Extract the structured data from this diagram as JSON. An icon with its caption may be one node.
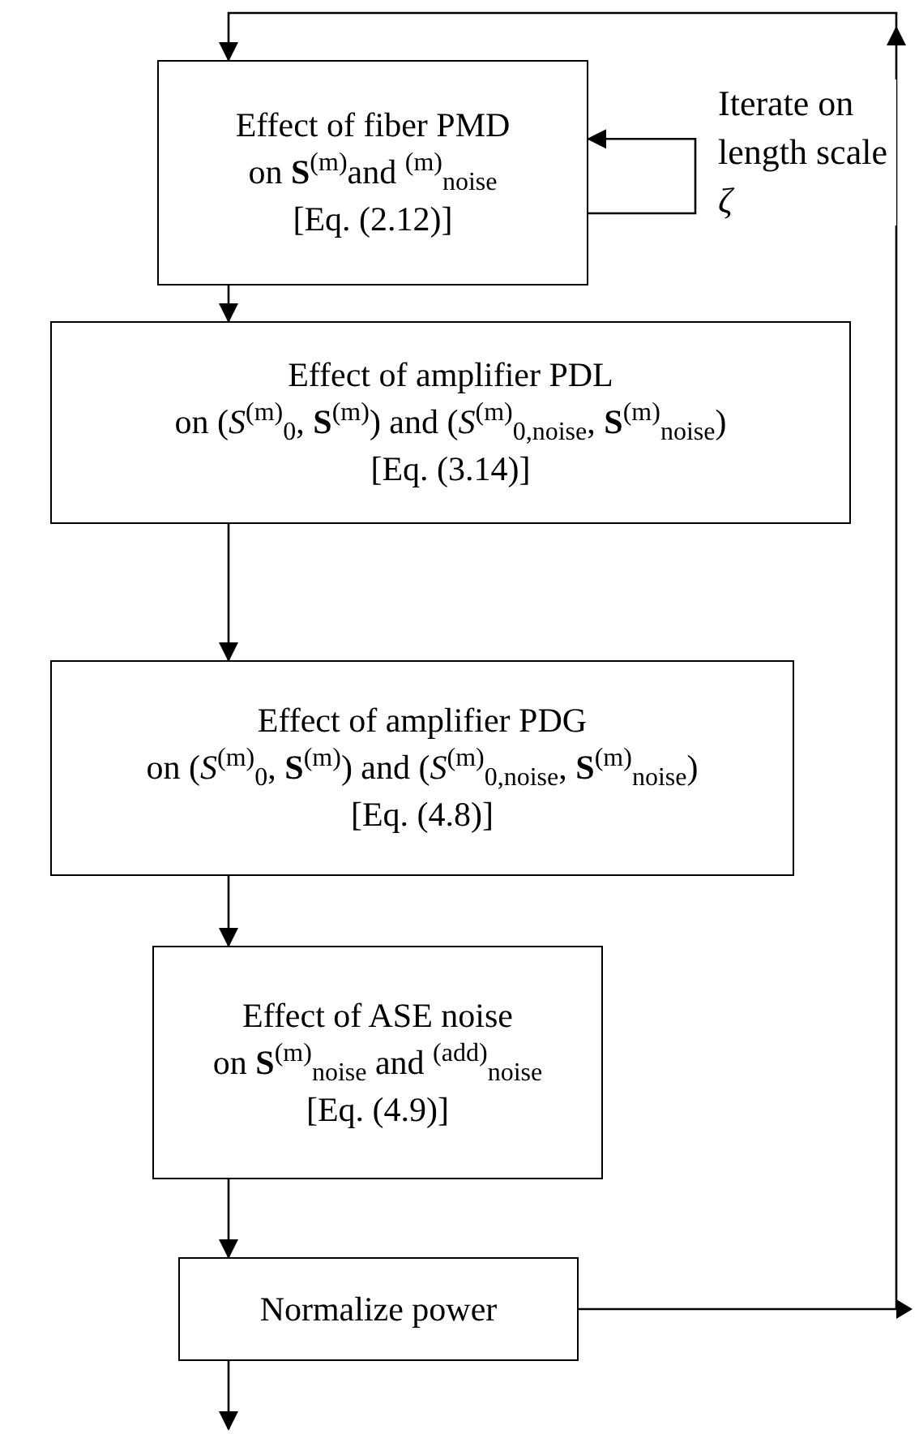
{
  "diagram": {
    "nodes": [
      {
        "text": [
          "Effect of fiber PMD",
          "on **S**$^{(m)}$and $^{(m)}$$_{noise}$",
          "[Eq. (2.12)]"
        ]
      },
      {
        "text": [
          "Effect of amplifier PDL",
          "on (*S*$^{(m)}$$_{0}$, **S**$^{(m)}$) and (*S*$^{(m)}$$_{0,noise}$, **S**$^{(m)}$$_{noise}$)",
          "[Eq. (3.14)]"
        ]
      },
      {
        "text": [
          "Effect of amplifier PDG",
          "on (*S*$^{(m)}$$_{0}$, **S**$^{(m)}$) and (*S*$^{(m)}$$_{0,noise}$, **S**$^{(m)}$$_{noise}$)",
          "[Eq. (4.8)]"
        ]
      },
      {
        "text": [
          "Effect of ASE noise",
          "on **S**$^{(m)}$$_{noise}$ and $^{(add)}$$_{noise}$",
          "[Eq. (4.9)]"
        ]
      },
      {
        "text": [
          "Normalize power"
        ]
      }
    ],
    "edges": [
      {
        "from": 0,
        "to": 0,
        "arrow": "to",
        "label": "Iterate on length scale *ζ*"
      },
      {
        "from": 0,
        "to": 1,
        "arrow": "to"
      },
      {
        "from": 1,
        "to": 2,
        "arrow": "to"
      },
      {
        "from": 2,
        "to": 3,
        "arrow": "to"
      },
      {
        "from": 3,
        "to": 4,
        "arrow": "to"
      },
      {
        "from": 4,
        "to": null,
        "arrow": "to"
      },
      {
        "from": 4,
        "to": 0,
        "arrow": "to"
      }
    ]
  }
}
